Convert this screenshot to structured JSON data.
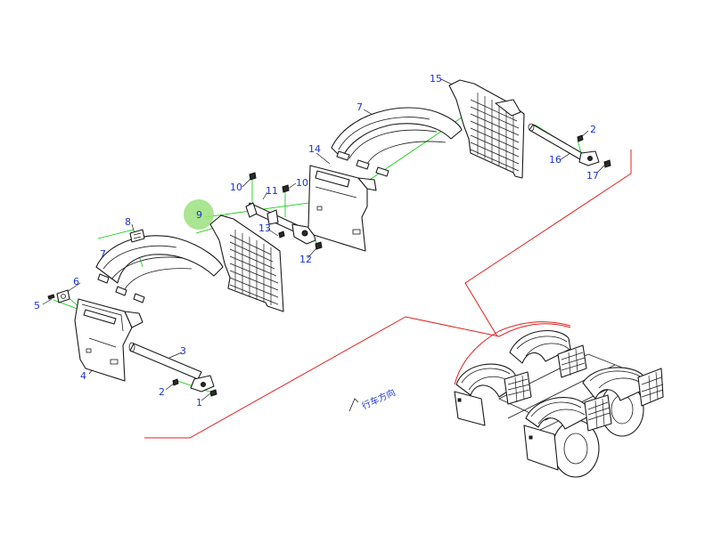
{
  "diagram": {
    "callouts": {
      "c1": "1",
      "c2a": "2",
      "c2b": "2",
      "c3": "3",
      "c4": "4",
      "c5": "5",
      "c6": "6",
      "c7a": "7",
      "c7b": "7",
      "c8": "8",
      "c9": "9",
      "c10a": "10",
      "c10b": "10",
      "c11": "11",
      "c12": "12",
      "c13": "13",
      "c14": "14",
      "c15": "15",
      "c16": "16",
      "c17": "17"
    },
    "direction_label": "行车方向",
    "colors": {
      "callout_text": "#1a33d6",
      "leader_lines": "#00cc00",
      "reference_lines": "#e02020",
      "highlight": "#9be07c"
    }
  }
}
